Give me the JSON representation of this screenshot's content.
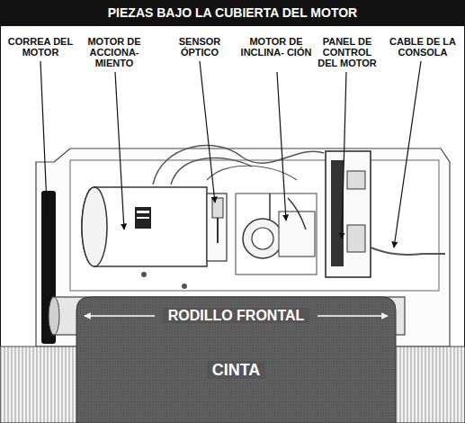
{
  "diagram": {
    "title": "PIEZAS BAJO LA CUBIERTA DEL MOTOR",
    "nodes": [
      {
        "text": [
          "RODILLO FRONTAL",
          "CINTA"
        ]
      }
    ],
    "labels": [
      "CORREA DEL MOTOR",
      "MOTOR DE ACCIONA- MIENTO",
      "SENSOR ÓPTICO",
      "MOTOR DE INCLINA- CIÓN",
      "PANEL DE CONTROL DEL MOTOR",
      "CABLE DE LA CONSOLA"
    ]
  }
}
